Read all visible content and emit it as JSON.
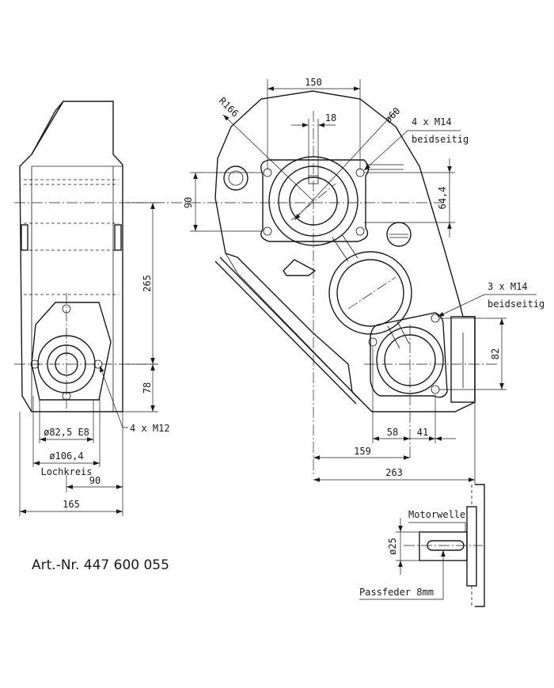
{
  "article_number": "Art.-Nr. 447 600 055",
  "side_view": {
    "dim_265": "265",
    "dim_78": "78",
    "dim_d825": "ø82,5 E8",
    "dim_d1064": "ø106,4",
    "lochkreis": "Lochkreis",
    "dim_90": "90",
    "dim_165": "165",
    "callout_4xm12": "4 x M12"
  },
  "front_view": {
    "dim_150": "150",
    "dim_r166": "R166",
    "dim_18": "18",
    "dim_d60": "ø60",
    "callout_4xm14": "4 x M14",
    "callout_4xm14_sub": "beidseitig",
    "dim_90": "90",
    "dim_64_4": "64,4",
    "callout_3xm14": "3 x M14",
    "callout_3xm14_sub": "beidseitig",
    "dim_82": "82",
    "dim_58": "58",
    "dim_41": "41",
    "dim_159": "159",
    "dim_263": "263"
  },
  "motor_shaft": {
    "label_motorwelle": "Motorwelle",
    "dim_d25": "ø25",
    "label_passfeder": "Passfeder 8mm"
  }
}
